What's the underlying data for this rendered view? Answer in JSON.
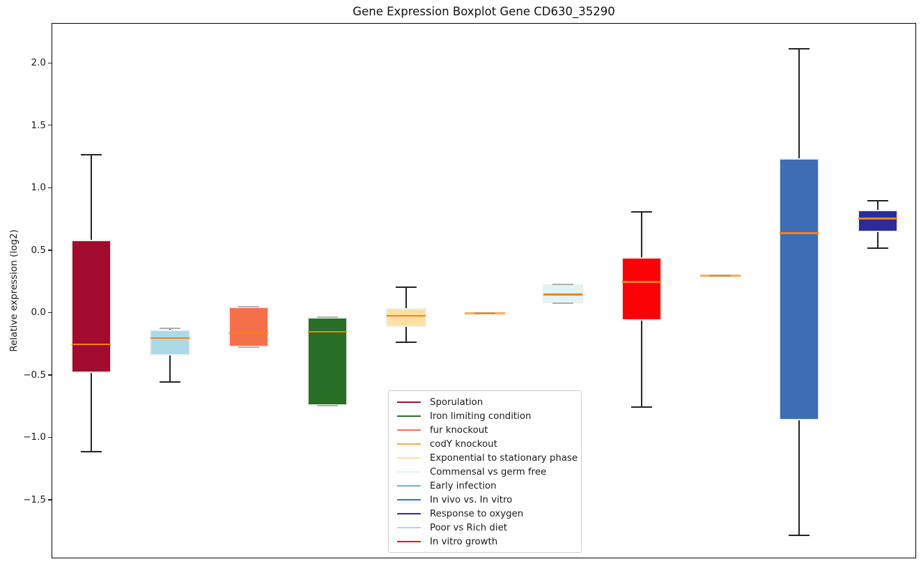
{
  "title": "Gene Expression Boxplot Gene CD630_35290",
  "ylabel": "Relative expression (log2)",
  "chart_data": {
    "type": "boxplot",
    "title": "Gene Expression Boxplot Gene CD630_35290",
    "xlabel": "",
    "ylabel": "Relative expression (log2)",
    "ylim": [
      -1.97,
      2.32
    ],
    "yticks": [
      2.0,
      1.5,
      1.0,
      0.5,
      0.0,
      -0.5,
      -1.0,
      -1.5
    ],
    "grid": false,
    "legend_position": "lower-center",
    "median_color": "#f5821a",
    "flat_box_outer_color": "#fcaa52",
    "flat_box_inner_color": "#cf9352",
    "series": [
      {
        "name": "Sporulation",
        "color": "#a30b2e",
        "whislo": -1.11,
        "q1": -0.48,
        "med": -0.25,
        "q3": 0.59,
        "whishi": 1.27
      },
      {
        "name": "Poor vs Rich diet",
        "color": "#abd9e6",
        "whislo": -0.55,
        "q1": -0.34,
        "med": -0.2,
        "q3": -0.13,
        "whishi": -0.12
      },
      {
        "name": "fur knockout",
        "color": "#f4704b",
        "whislo": -0.27,
        "q1": -0.27,
        "med": -0.16,
        "q3": 0.05,
        "whishi": 0.05
      },
      {
        "name": "Iron limiting condition",
        "color": "#276e27",
        "whislo": -0.74,
        "q1": -0.74,
        "med": -0.15,
        "q3": -0.03,
        "whishi": -0.03
      },
      {
        "name": "Exponential to stationary phase",
        "color": "#fee1a2",
        "whislo": -0.23,
        "q1": -0.11,
        "med": -0.02,
        "q3": 0.04,
        "whishi": 0.21
      },
      {
        "name": "codY knockout",
        "color": "#fba54c",
        "whislo": 0.0,
        "q1": 0.0,
        "med": 0.0,
        "q3": 0.0,
        "whishi": 0.0
      },
      {
        "name": "Commensal vs germ free",
        "color": "#e3f4f9",
        "whislo": 0.08,
        "q1": 0.08,
        "med": 0.15,
        "q3": 0.23,
        "whishi": 0.23
      },
      {
        "name": "In vitro growth",
        "color": "#fb0207",
        "whislo": -0.75,
        "q1": -0.06,
        "med": 0.25,
        "q3": 0.45,
        "whishi": 0.81
      },
      {
        "name": "Early infection",
        "color": "#76aad6",
        "whislo": 0.3,
        "q1": 0.3,
        "med": 0.3,
        "q3": 0.3,
        "whishi": 0.3
      },
      {
        "name": "In vivo vs. In vitro",
        "color": "#3e6db5",
        "whislo": -1.78,
        "q1": -0.86,
        "med": 0.64,
        "q3": 1.24,
        "whishi": 2.12
      },
      {
        "name": "Response to oxygen",
        "color": "#2b2b99",
        "whislo": 0.52,
        "q1": 0.65,
        "med": 0.76,
        "q3": 0.83,
        "whishi": 0.9
      }
    ],
    "legend": [
      {
        "label": "Sporulation",
        "color": "#a30b2e"
      },
      {
        "label": "Iron limiting condition",
        "color": "#276e27"
      },
      {
        "label": "fur knockout",
        "color": "#f4704b"
      },
      {
        "label": "codY knockout",
        "color": "#fba54c"
      },
      {
        "label": "Exponential to stationary phase",
        "color": "#fee1a2"
      },
      {
        "label": "Commensal vs germ free",
        "color": "#e3f4f9"
      },
      {
        "label": "Early infection",
        "color": "#76aad6"
      },
      {
        "label": "In vivo vs. In vitro",
        "color": "#3e6db5"
      },
      {
        "label": "Response to oxygen",
        "color": "#2b2b99"
      },
      {
        "label": "Poor vs Rich diet",
        "color": "#abd9e6"
      },
      {
        "label": "In vitro growth",
        "color": "#fb0207"
      }
    ]
  }
}
